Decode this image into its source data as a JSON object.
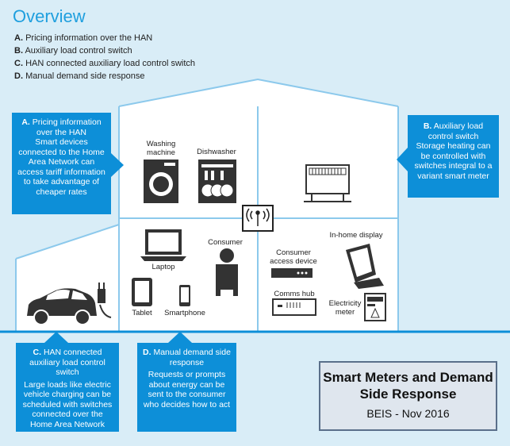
{
  "header": {
    "title": "Overview",
    "legend": [
      {
        "key": "A.",
        "text": "Pricing information over the HAN"
      },
      {
        "key": "B.",
        "text": "Auxiliary load control switch"
      },
      {
        "key": "C.",
        "text": "HAN connected auxiliary load control switch"
      },
      {
        "key": "D.",
        "text": "Manual demand side response"
      }
    ]
  },
  "callouts": {
    "a": {
      "key": "A.",
      "heading": "Pricing information over the HAN",
      "body": "Smart devices connected to the Home Area Network can access tariff information to take advantage of cheaper rates"
    },
    "b": {
      "key": "B.",
      "heading": "Auxiliary load control  switch",
      "body": "Storage heating can be controlled with switches integral to a variant smart meter"
    },
    "c": {
      "key": "C.",
      "heading": "HAN connected auxiliary load control switch",
      "body": "Large loads like electric vehicle charging can be scheduled with switches connected over the Home Area Network"
    },
    "d": {
      "key": "D.",
      "heading": "Manual demand side response",
      "body": "Requests or prompts about energy can be sent to the consumer who decides how to act"
    }
  },
  "devices": {
    "washing_machine": "Washing machine",
    "dishwasher": "Dishwasher",
    "laptop": "Laptop",
    "consumer": "Consumer",
    "tablet": "Tablet",
    "smartphone": "Smartphone",
    "consumer_access_device": "Consumer access device",
    "in_home_display": "In-home display",
    "comms_hub": "Comms hub",
    "electricity_meter": "Electricity meter"
  },
  "info": {
    "title": "Smart Meters and Demand Side Response",
    "subtitle": "BEIS - Nov 2016"
  },
  "colors": {
    "accent": "#0d8fd8",
    "title": "#1f9fde",
    "background": "#d9edf7"
  }
}
